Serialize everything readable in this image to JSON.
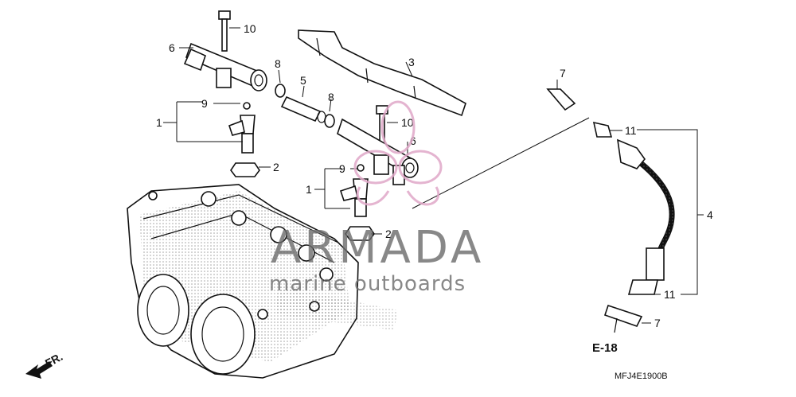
{
  "callouts": {
    "c10a": "10",
    "c6a": "6",
    "c8a": "8",
    "c3": "3",
    "c5": "5",
    "c9a": "9",
    "c1a": "1",
    "c8b": "8",
    "c10b": "10",
    "c6b": "6",
    "c7a": "7",
    "c11a": "11",
    "c2a": "2",
    "c9b": "9",
    "c1b": "1",
    "c4": "4",
    "c2b": "2",
    "c11b": "11",
    "c7b": "7"
  },
  "reference_label": "E-18",
  "front_label": "FR.",
  "diagram_code": "MFJ4E1900B",
  "watermark": {
    "title": "ARMADA",
    "subtitle": "marine outboards"
  }
}
